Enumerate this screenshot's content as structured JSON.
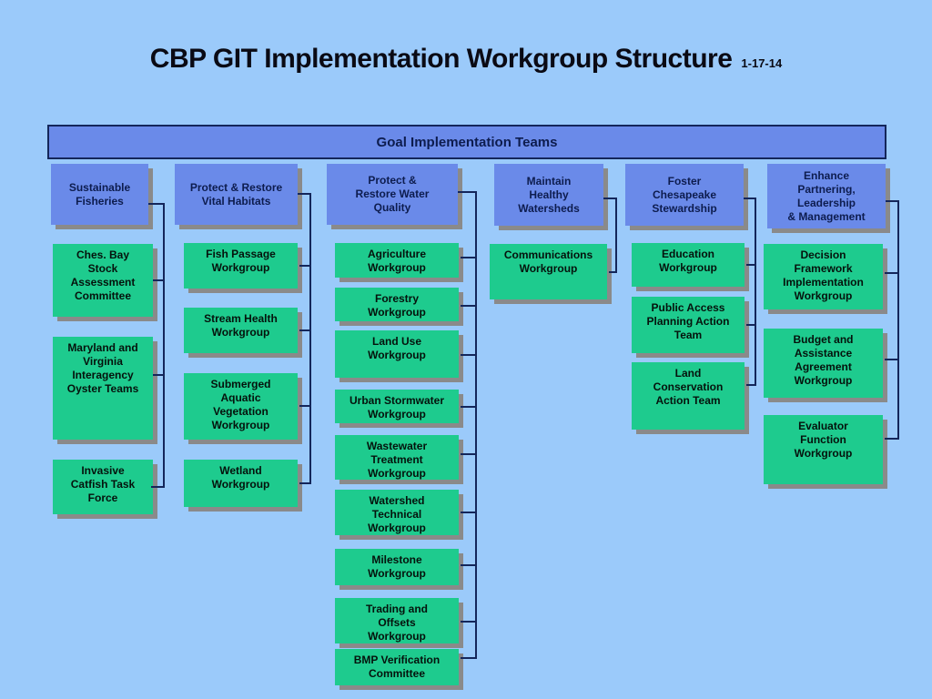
{
  "title": "CBP GIT Implementation Workgroup Structure",
  "date_label": "1-17-14",
  "header": {
    "label": "Goal Implementation Teams"
  },
  "teams": [
    {
      "label": "Sustainable\nFisheries",
      "children": [
        "Ches. Bay\nStock\nAssessment\nCommittee",
        "Maryland and\nVirginia\nInteragency\nOyster Teams",
        "Invasive\nCatfish Task\nForce"
      ]
    },
    {
      "label": "Protect & Restore\nVital Habitats",
      "children": [
        "Fish Passage\nWorkgroup",
        "Stream Health\nWorkgroup",
        "Submerged\nAquatic\nVegetation\nWorkgroup",
        "Wetland\nWorkgroup"
      ]
    },
    {
      "label": "Protect &\nRestore Water\nQuality",
      "children": [
        "Agriculture\nWorkgroup",
        "Forestry\nWorkgroup",
        "Land Use\nWorkgroup",
        "Urban Stormwater\nWorkgroup",
        "Wastewater\nTreatment\nWorkgroup",
        "Watershed\nTechnical\nWorkgroup",
        "Milestone\nWorkgroup",
        "Trading and\nOffsets\nWorkgroup",
        "BMP Verification\nCommittee"
      ]
    },
    {
      "label": "Maintain\nHealthy\nWatersheds",
      "children": [
        "Communications\nWorkgroup"
      ]
    },
    {
      "label": "Foster\nChesapeake\nStewardship",
      "children": [
        "Education\nWorkgroup",
        "Public Access\nPlanning Action\nTeam",
        "Land\nConservation\nAction Team"
      ]
    },
    {
      "label": "Enhance\nPartnering,\nLeadership\n& Management",
      "children": [
        "Decision\nFramework\nImplementation\nWorkgroup",
        "Budget and\nAssistance\nAgreement\nWorkgroup",
        "Evaluator\nFunction\nWorkgroup"
      ]
    }
  ],
  "colors": {
    "background": "#9BCAFA",
    "team_fill": "#6A8AE9",
    "workgroup_fill": "#1ECB8E",
    "connector": "#14265A",
    "shadow": "#8A8A8A"
  }
}
